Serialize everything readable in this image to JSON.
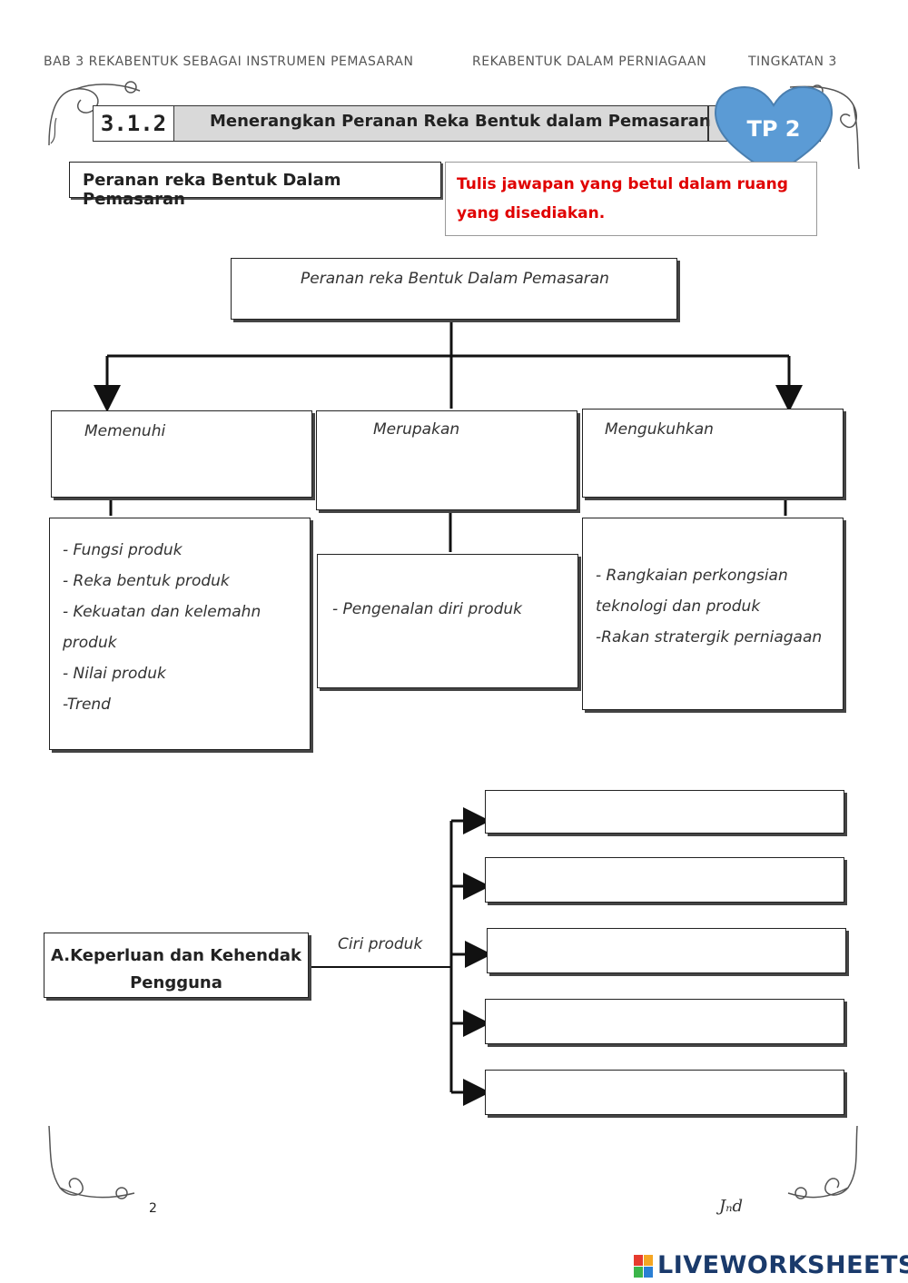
{
  "header": {
    "left": "BAB 3 REKABENTUK SEBAGAI INSTRUMEN PEMASARAN",
    "middle": "REKABENTUK DALAM PERNIAGAAN",
    "right": "TINGKATAN 3"
  },
  "title_bar": {
    "number": "3.1.2",
    "title": "Menerangkan Peranan Reka Bentuk dalam Pemasaran",
    "badge": "TP 2"
  },
  "section_label": "Peranan reka Bentuk Dalam Pemasaran",
  "instruction": "Tulis jawapan yang betul dalam ruang yang disediakan.",
  "tree": {
    "root": "Peranan reka Bentuk Dalam Pemasaran",
    "branches": [
      {
        "heading": "Memenuhi",
        "items": [
          "- Fungsi produk",
          "- Reka bentuk produk",
          "- Kekuatan dan kelemahn",
          "produk",
          "- Nilai produk",
          "-Trend"
        ]
      },
      {
        "heading": "Merupakan",
        "items": [
          "- Pengenalan diri produk"
        ]
      },
      {
        "heading": "Mengukuhkan",
        "items": [
          "- Rangkaian perkongsian",
          "teknologi dan produk",
          "-Rakan stratergik perniagaan"
        ]
      }
    ]
  },
  "section_a": {
    "label_line1": "A.Keperluan dan Kehendak",
    "label_line2": "Pengguna",
    "connector": "Ciri produk",
    "answer_boxes": [
      "",
      "",
      "",
      "",
      ""
    ]
  },
  "footer": {
    "page_number": "2",
    "signature": "Jₙd",
    "brand": "LIVEWORKSHEETS"
  },
  "colors": {
    "badge_fill": "#5b9bd5",
    "instruction_text": "#e00000",
    "title_bar_fill": "#d9d9d9",
    "brand_text": "#1a3a6b"
  }
}
